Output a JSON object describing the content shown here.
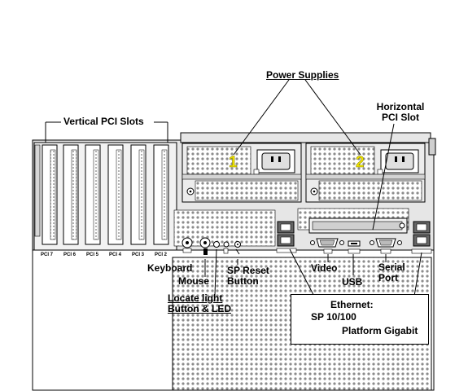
{
  "labels": {
    "power_supplies": "Power Supplies",
    "horizontal_pci_slot": [
      "Horizontal",
      "PCI Slot"
    ],
    "vertical_pci_slots": "Vertical PCI Slots",
    "keyboard": "Keyboard",
    "mouse": "Mouse",
    "sp_reset_button": [
      "SP Reset",
      "Button"
    ],
    "locate_light": [
      "Locate light",
      "Button & LED"
    ],
    "video": "Video",
    "usb": "USB",
    "serial_port": [
      "Serial",
      "Port"
    ],
    "ethernet": [
      "Ethernet:",
      "SP 10/100",
      "Platform Gigabit"
    ]
  },
  "psu_numbers": [
    "1",
    "2"
  ],
  "pci_slot_labels": [
    "PCI 7",
    "PCI 6",
    "PCI 5",
    "PCI 4",
    "PCI 3",
    "PCI 2"
  ],
  "colors": {
    "psu_number": "#f2e600",
    "chassis_fill": "#e6e6e6",
    "outline": "#000000",
    "vent": "#8c8c8c"
  }
}
